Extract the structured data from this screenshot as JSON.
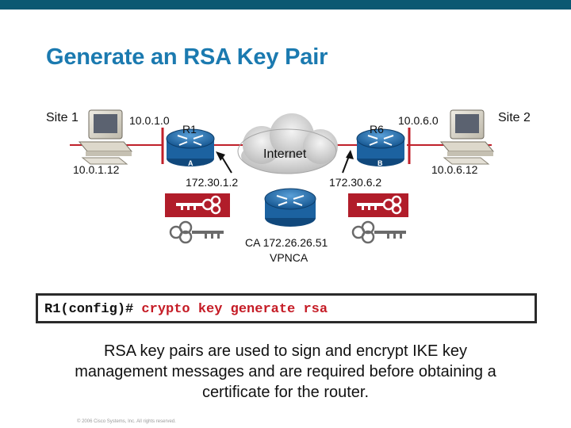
{
  "slide": {
    "title": "Generate an RSA Key Pair",
    "footer": "© 2006 Cisco Systems, Inc. All rights reserved."
  },
  "diagram": {
    "site1": {
      "label": "Site 1",
      "network": "10.0.1.0",
      "host_ip": "10.0.1.12"
    },
    "site2": {
      "label": "Site 2",
      "network": "10.0.6.0",
      "host_ip": "10.0.6.12"
    },
    "router1": {
      "name": "R1",
      "badge": "A",
      "wan_ip": "172.30.1.2"
    },
    "router6": {
      "name": "R6",
      "badge": "B",
      "wan_ip": "172.30.6.2"
    },
    "internet": {
      "label": "Internet"
    },
    "ca": {
      "label": "CA 172.26.26.51",
      "name": "VPNCA"
    },
    "colors": {
      "link": "#c0202a",
      "key_red": "#b11d2a",
      "router": "#1f6fb2",
      "cloud": "#d6d6d6"
    }
  },
  "command": {
    "prompt": "R1(config)#",
    "text": "crypto key generate rsa"
  },
  "description": {
    "line1": "RSA key pairs are used to sign and encrypt IKE key",
    "line2": "management messages and are required before obtaining a",
    "line3": "certificate for the router."
  }
}
